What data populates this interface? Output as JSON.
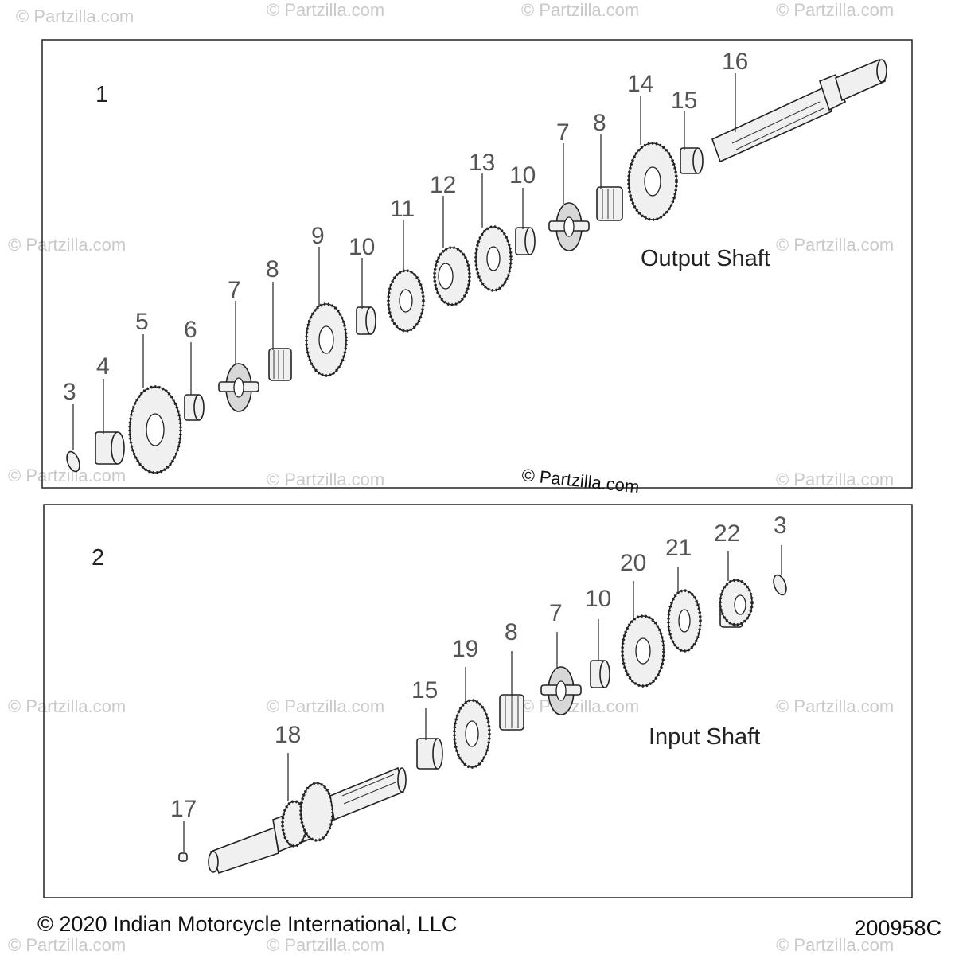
{
  "panels": {
    "output": {
      "index": "1",
      "title": "Output Shaft"
    },
    "input": {
      "index": "2",
      "title": "Input Shaft"
    }
  },
  "callouts": {
    "output": [
      "3",
      "4",
      "5",
      "6",
      "7",
      "8",
      "9",
      "10",
      "11",
      "12",
      "13",
      "10",
      "7",
      "8",
      "14",
      "15",
      "16"
    ],
    "input": [
      "17",
      "18",
      "15",
      "19",
      "8",
      "7",
      "10",
      "20",
      "21",
      "22",
      "3"
    ]
  },
  "watermark": {
    "main": "© Partzilla.com",
    "faint": "© Partzilla.com"
  },
  "footer": {
    "copyright": "© 2020 Indian Motorcycle International, LLC",
    "code": "200958C"
  }
}
